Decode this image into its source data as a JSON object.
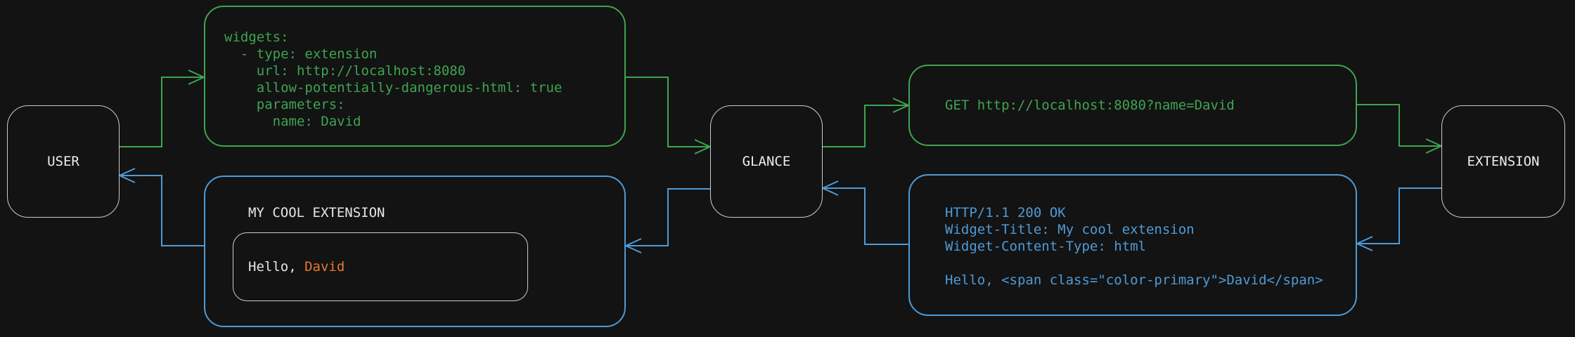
{
  "diagram": {
    "title": "glance-extension-flow",
    "background_color": "#131313",
    "colors": {
      "request_green": "#3EA450",
      "response_blue": "#4E9BD8",
      "accent_orange": "#E5782D",
      "node_border_gray": "#CBCBCB",
      "text_white": "#E6E6E6"
    },
    "nodes": {
      "user": {
        "label": "USER"
      },
      "glance": {
        "label": "GLANCE"
      },
      "extension": {
        "label": "EXTENSION"
      }
    },
    "config_box": {
      "lines": [
        "widgets:",
        "  - type: extension",
        "    url: http://localhost:8080",
        "    allow-potentially-dangerous-html: true",
        "    parameters:",
        "      name: David"
      ]
    },
    "request_box": {
      "text": "GET http://localhost:8080?name=David"
    },
    "response_box": {
      "lines": [
        "HTTP/1.1 200 OK",
        "Widget-Title: My cool extension",
        "Widget-Content-Type: html",
        "",
        "Hello, <span class=\"color-primary\">David</span>"
      ]
    },
    "widget_box": {
      "title": "MY COOL EXTENSION",
      "hello_prefix": "Hello, ",
      "hello_name": "David"
    }
  }
}
